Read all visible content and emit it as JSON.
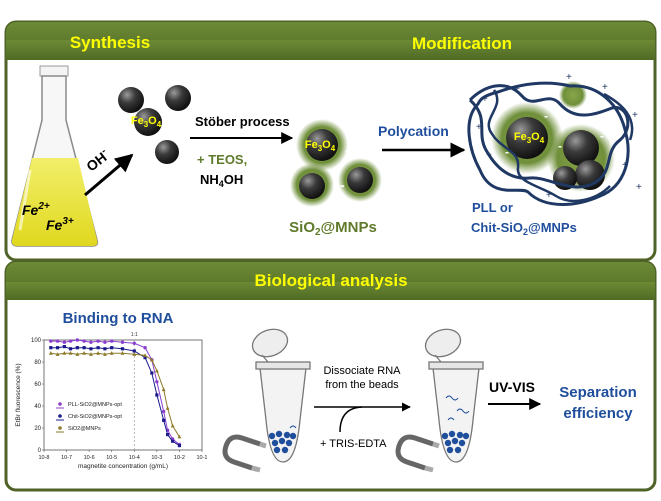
{
  "colors": {
    "frame": "#4f6228",
    "banner": "#5b7a2e",
    "banner_text": "#ffff00",
    "halo": "#6f8f3a",
    "coating_label": "#5f7a2a",
    "polymer": "#1f3864",
    "blue_heading": "#1f4e9c",
    "series_pll": "#8b3fd1",
    "series_chit": "#1a1a8c",
    "series_sio2": "#8c7a2a"
  },
  "banners": {
    "synthesis": "Synthesis",
    "modification": "Modification",
    "biological": "Biological analysis"
  },
  "synthesis": {
    "flask_ion1": "Fe",
    "flask_ion1_sup": "2+",
    "flask_ion2": "Fe",
    "flask_ion2_sup": "3+",
    "oh_label": "OH",
    "oh_sup": "-",
    "core_label": "Fe",
    "core_sub1": "3",
    "core_o": "O",
    "core_sub2": "4",
    "stober": "Stöber process",
    "teos": "+ TEOS,",
    "nh4oh_a": "NH",
    "nh4oh_sub": "4",
    "nh4oh_b": "OH",
    "sio2_a": "SiO",
    "sio2_sub": "2",
    "sio2_b": "@MNPs"
  },
  "modification": {
    "polycation": "Polycation",
    "result_line1": "PLL or",
    "result_line2a": "Chit-SiO",
    "result_line2sub": "2",
    "result_line2b": "@MNPs"
  },
  "analysis": {
    "binding_title": "Binding to RNA",
    "dissociate_line1": "Dissociate RNA",
    "dissociate_line2": "from the beads",
    "tris": "+ TRIS-EDTA",
    "uvvis": "UV-VIS",
    "separation_line1": "Separation",
    "separation_line2": "efficiency"
  },
  "chart_data": {
    "type": "scatter",
    "title": "",
    "top_note": "1:1",
    "xlabel": "magnetite concentration (g/mL)",
    "ylabel": "EtBr fluorescence (%)",
    "xscale": "log",
    "xlim": [
      1e-08,
      0.1
    ],
    "ylim": [
      0,
      100
    ],
    "xticks": [
      "10-8",
      "10-7",
      "10-6",
      "10-5",
      "10-4",
      "10-3",
      "10-2",
      "10-1"
    ],
    "yticks": [
      0,
      20,
      40,
      60,
      80,
      100
    ],
    "legend_placement": "lower-left",
    "series": [
      {
        "name": "PLL-SiO2@MNPs-opt",
        "x": [
          2e-08,
          4e-08,
          8e-08,
          1.5e-07,
          3e-07,
          6e-07,
          1.2e-06,
          2.5e-06,
          5e-06,
          1e-05,
          3e-05,
          0.0001,
          0.0003,
          0.0006,
          0.001,
          0.002,
          0.003,
          0.005,
          0.01
        ],
        "y": [
          99,
          99,
          98,
          99,
          100,
          99,
          98,
          99,
          98,
          99,
          98,
          97,
          93,
          82,
          62,
          35,
          18,
          10,
          5
        ]
      },
      {
        "name": "Chit-SiO2@MNPs-opt",
        "x": [
          2e-08,
          4e-08,
          8e-08,
          1.5e-07,
          3e-07,
          6e-07,
          1.2e-06,
          2.5e-06,
          5e-06,
          1e-05,
          3e-05,
          0.0001,
          0.0003,
          0.0006,
          0.001,
          0.002,
          0.003,
          0.005,
          0.01
        ],
        "y": [
          93,
          93,
          94,
          92,
          93,
          93,
          92,
          93,
          92,
          93,
          92,
          90,
          84,
          70,
          50,
          27,
          14,
          8,
          4
        ]
      },
      {
        "name": "SiO2@MNPs",
        "x": [
          2e-08,
          4e-08,
          8e-08,
          1.5e-07,
          3e-07,
          6e-07,
          1.2e-06,
          2.5e-06,
          5e-06,
          1e-05,
          3e-05,
          0.0001,
          0.0003,
          0.0006,
          0.001,
          0.002,
          0.003,
          0.005,
          0.01
        ],
        "y": [
          88,
          87,
          88,
          88,
          87,
          88,
          87,
          88,
          87,
          88,
          88,
          87,
          86,
          82,
          72,
          55,
          38,
          22,
          12
        ]
      }
    ]
  }
}
